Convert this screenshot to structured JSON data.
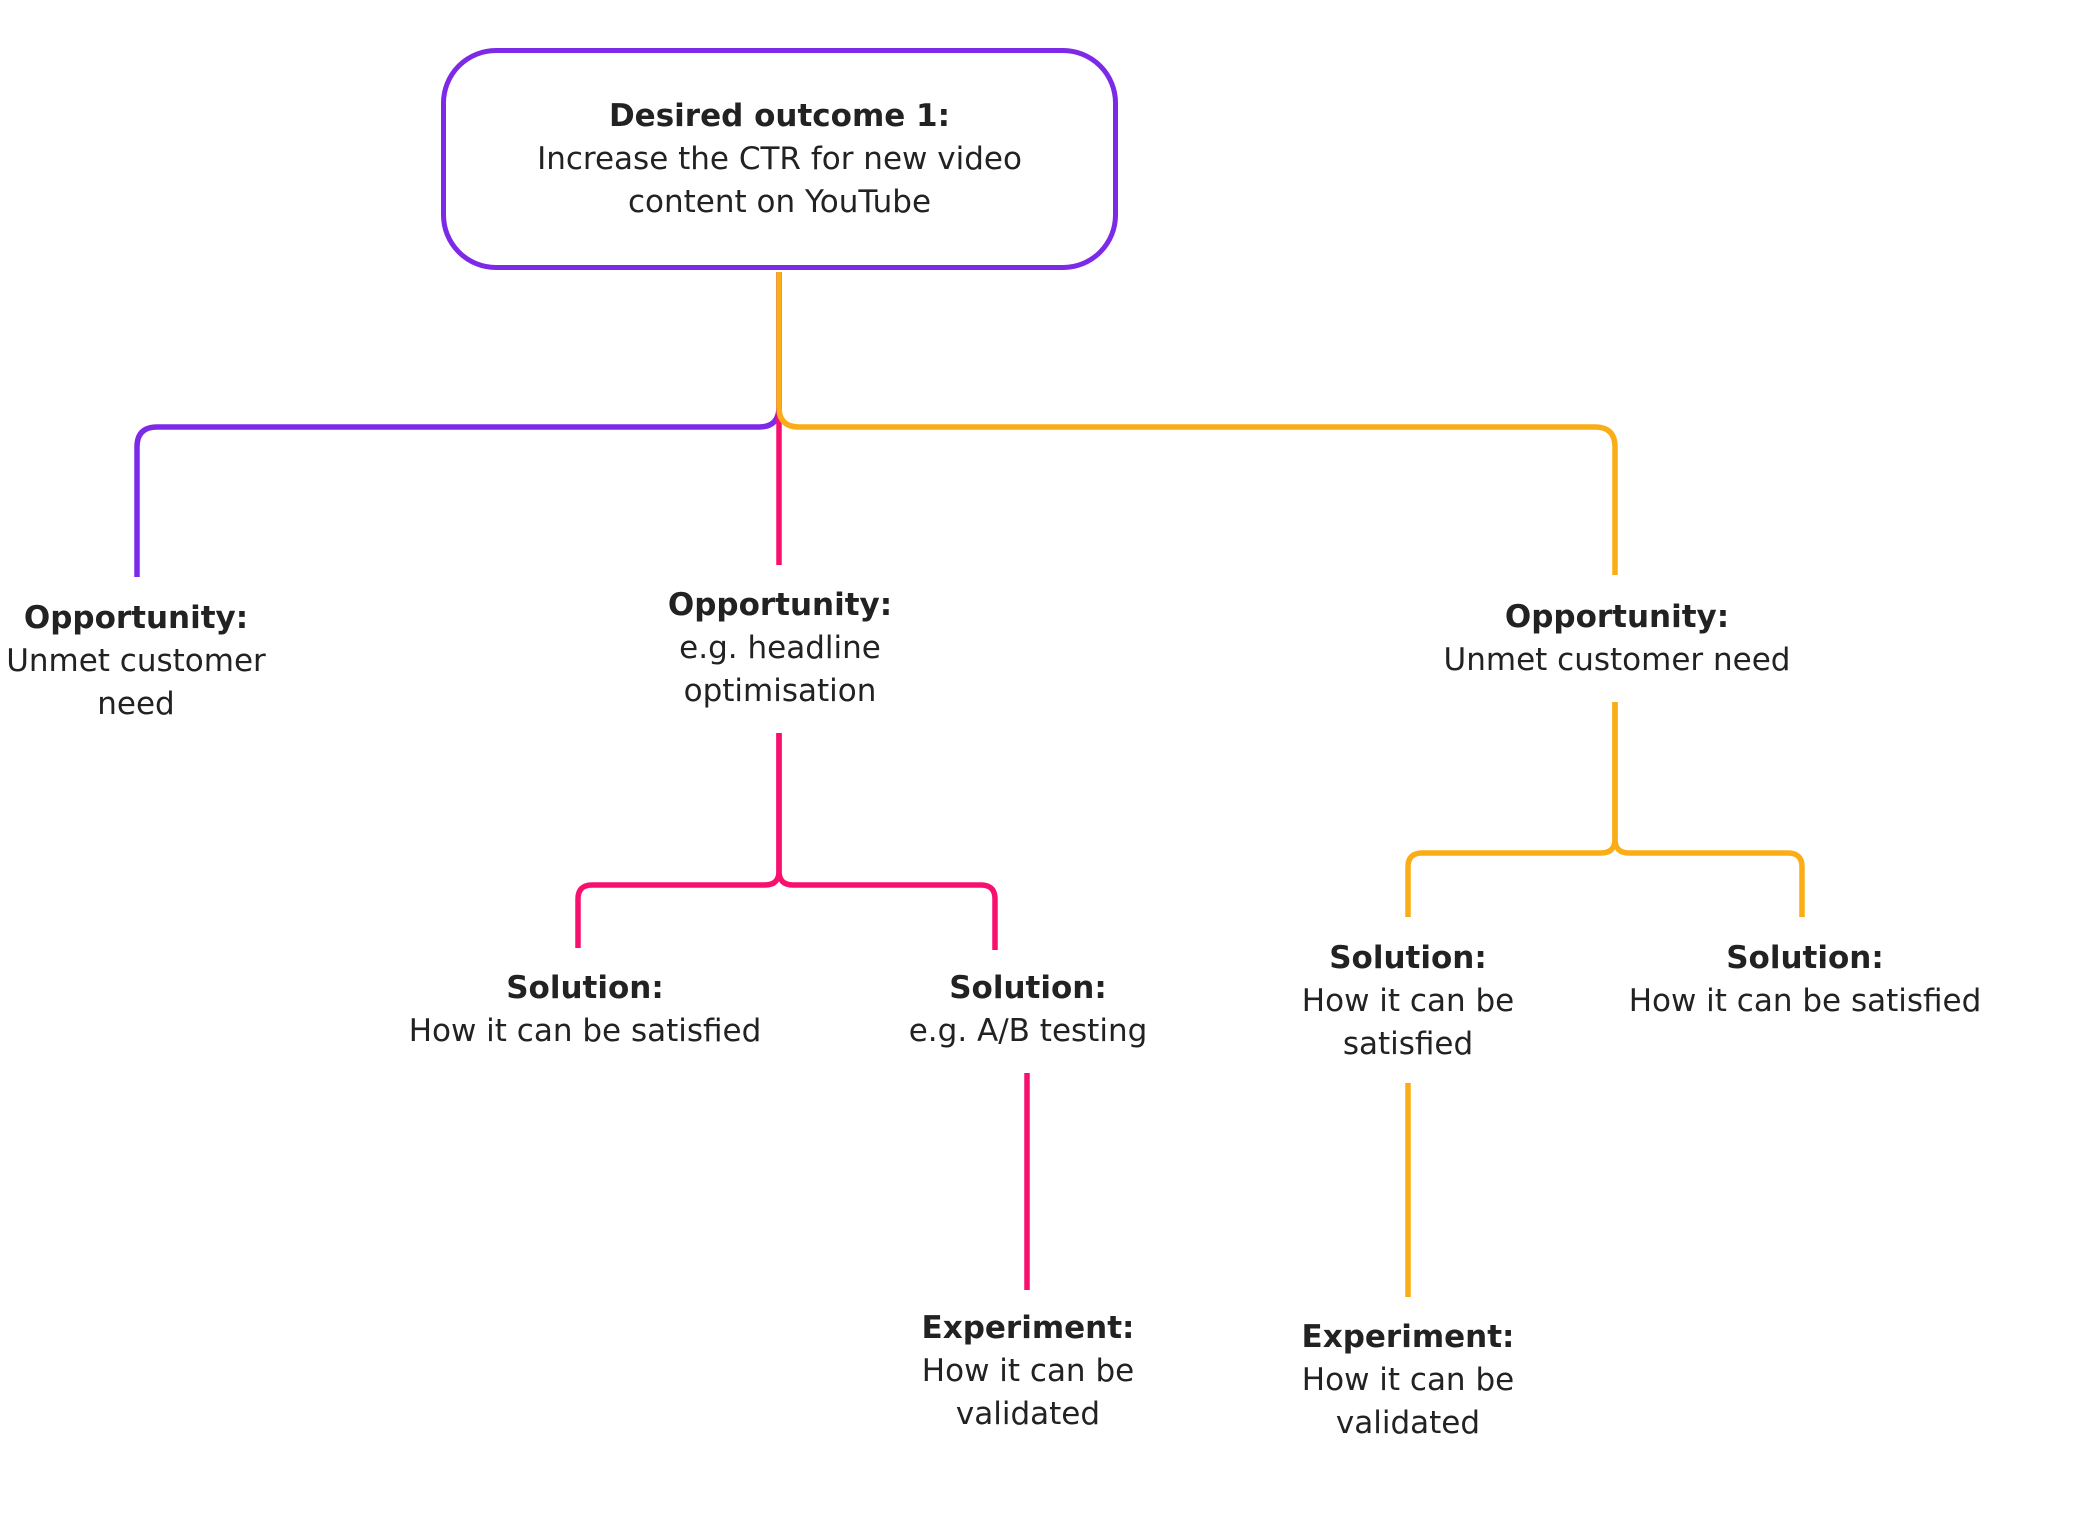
{
  "colors": {
    "purple": "#7C2AE8",
    "pink": "#F8106E",
    "orange": "#FBAD17",
    "text": "#222222",
    "background": "#FFFFFF"
  },
  "root": {
    "label": "Desired outcome 1:",
    "line1": "Increase the CTR for new video",
    "line2": "content on YouTube"
  },
  "nodes": {
    "opportunity_left": {
      "label": "Opportunity:",
      "line1": "Unmet customer",
      "line2": "need"
    },
    "opportunity_middle": {
      "label": "Opportunity:",
      "line1": "e.g. headline",
      "line2": "optimisation"
    },
    "opportunity_right": {
      "label": "Opportunity:",
      "line1": "Unmet customer need"
    },
    "solution_middle_left": {
      "label": "Solution:",
      "line1": "How it can be satisfied"
    },
    "solution_middle_right": {
      "label": "Solution:",
      "line1": "e.g. A/B testing"
    },
    "solution_right_left": {
      "label": "Solution:",
      "line1": "How it can be",
      "line2": "satisfied"
    },
    "solution_right_right": {
      "label": "Solution:",
      "line1": "How it can be satisfied"
    },
    "experiment_middle": {
      "label": "Experiment:",
      "line1": "How it can be",
      "line2": "validated"
    },
    "experiment_right": {
      "label": "Experiment:",
      "line1": "How it can be",
      "line2": "validated"
    }
  }
}
